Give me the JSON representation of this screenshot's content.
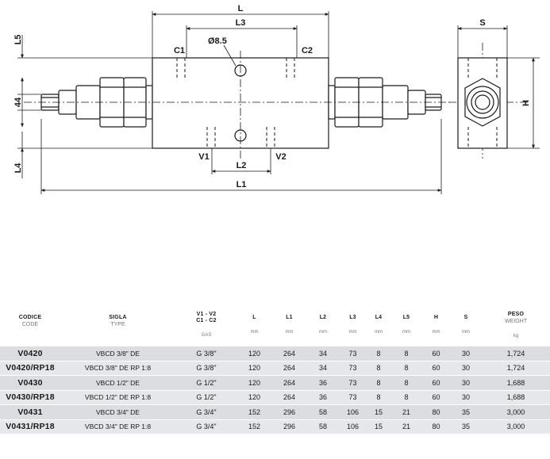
{
  "drawing": {
    "dims": {
      "L": "L",
      "L1": "L1",
      "L2": "L2",
      "L3": "L3",
      "L4": "L4",
      "L5": "L5",
      "S": "S",
      "H": "H",
      "height_44": "44",
      "hole": "Ø8.5"
    },
    "ports": {
      "c1": "C1",
      "c2": "C2",
      "v1": "V1",
      "v2": "V2"
    }
  },
  "table": {
    "headers": [
      {
        "main": "CODICE",
        "sub": "CODE",
        "unit": ""
      },
      {
        "main": "SIGLA",
        "sub": "TYPE",
        "unit": ""
      },
      {
        "main": "V1 - V2",
        "sub": "C1 - C2",
        "unit": "GAS"
      },
      {
        "main": "L",
        "sub": "",
        "unit": "mm"
      },
      {
        "main": "L1",
        "sub": "",
        "unit": "mm"
      },
      {
        "main": "L2",
        "sub": "",
        "unit": "mm"
      },
      {
        "main": "L3",
        "sub": "",
        "unit": "mm"
      },
      {
        "main": "L4",
        "sub": "",
        "unit": "mm"
      },
      {
        "main": "L5",
        "sub": "",
        "unit": "mm"
      },
      {
        "main": "H",
        "sub": "",
        "unit": "mm"
      },
      {
        "main": "S",
        "sub": "",
        "unit": "mm"
      },
      {
        "main": "PESO",
        "sub": "WEIGHT",
        "unit": "kg"
      }
    ],
    "rows": [
      [
        "V0420",
        "VBCD 3/8\" DE",
        "G 3/8\"",
        "120",
        "264",
        "34",
        "73",
        "8",
        "8",
        "60",
        "30",
        "1,724"
      ],
      [
        "V0420/RP18",
        "VBCD 3/8\" DE RP 1:8",
        "G 3/8\"",
        "120",
        "264",
        "34",
        "73",
        "8",
        "8",
        "60",
        "30",
        "1,724"
      ],
      [
        "V0430",
        "VBCD 1/2\" DE",
        "G 1/2\"",
        "120",
        "264",
        "36",
        "73",
        "8",
        "8",
        "60",
        "30",
        "1,688"
      ],
      [
        "V0430/RP18",
        "VBCD 1/2\" DE RP 1:8",
        "G 1/2\"",
        "120",
        "264",
        "36",
        "73",
        "8",
        "8",
        "60",
        "30",
        "1,688"
      ],
      [
        "V0431",
        "VBCD 3/4\" DE",
        "G 3/4\"",
        "152",
        "296",
        "58",
        "106",
        "15",
        "21",
        "80",
        "35",
        "3,000"
      ],
      [
        "V0431/RP18",
        "VBCD 3/4\" DE RP 1:8",
        "G 3/4\"",
        "152",
        "296",
        "58",
        "106",
        "15",
        "21",
        "80",
        "35",
        "3,000"
      ]
    ]
  }
}
